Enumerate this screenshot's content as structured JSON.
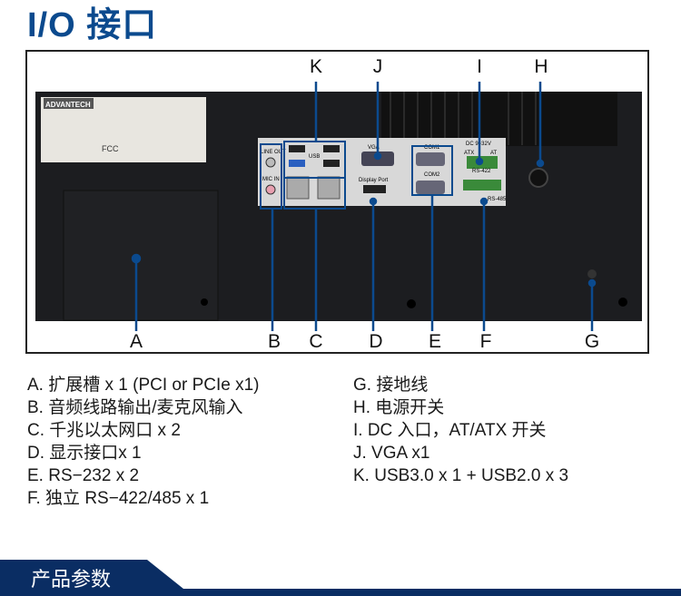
{
  "title": "I/O 接口",
  "figure": {
    "callouts_top": [
      "K",
      "J",
      "I",
      "H"
    ],
    "callouts_bottom": [
      "A",
      "B",
      "C",
      "D",
      "E",
      "F",
      "G"
    ],
    "device_labels": {
      "brand": "ADVANTECH",
      "line_out": "LINE OUT",
      "mic_in": "MIC IN",
      "usb": "USB",
      "vga": "VGA",
      "display_port": "Display Port",
      "com1": "COM1",
      "com2": "COM2",
      "dc": "DC 9~32V",
      "atx": "ATX",
      "at": "AT",
      "rs422": "RS-422",
      "rs485": "RS-485",
      "fcc": "FCC"
    },
    "accent_color": "#0b4a8e"
  },
  "legend_left": [
    "A. 扩展槽 x 1 (PCI or PCIe x1)",
    "B. 音频线路输出/麦克风输入",
    "C. 千兆以太网口 x 2",
    "D. 显示接口x 1",
    "E. RS−232 x 2",
    "F.  独立 RS−422/485 x 1"
  ],
  "legend_right": [
    "G. 接地线",
    "H. 电源开关",
    "I.  DC 入口，AT/ATX 开关",
    "J. VGA x1",
    "K. USB3.0 x 1 + USB2.0 x 3"
  ],
  "section_banner": "产品参数",
  "colors": {
    "title": "#0b4a8e",
    "banner": "#0a2d63",
    "callout": "#0b4a8e"
  }
}
